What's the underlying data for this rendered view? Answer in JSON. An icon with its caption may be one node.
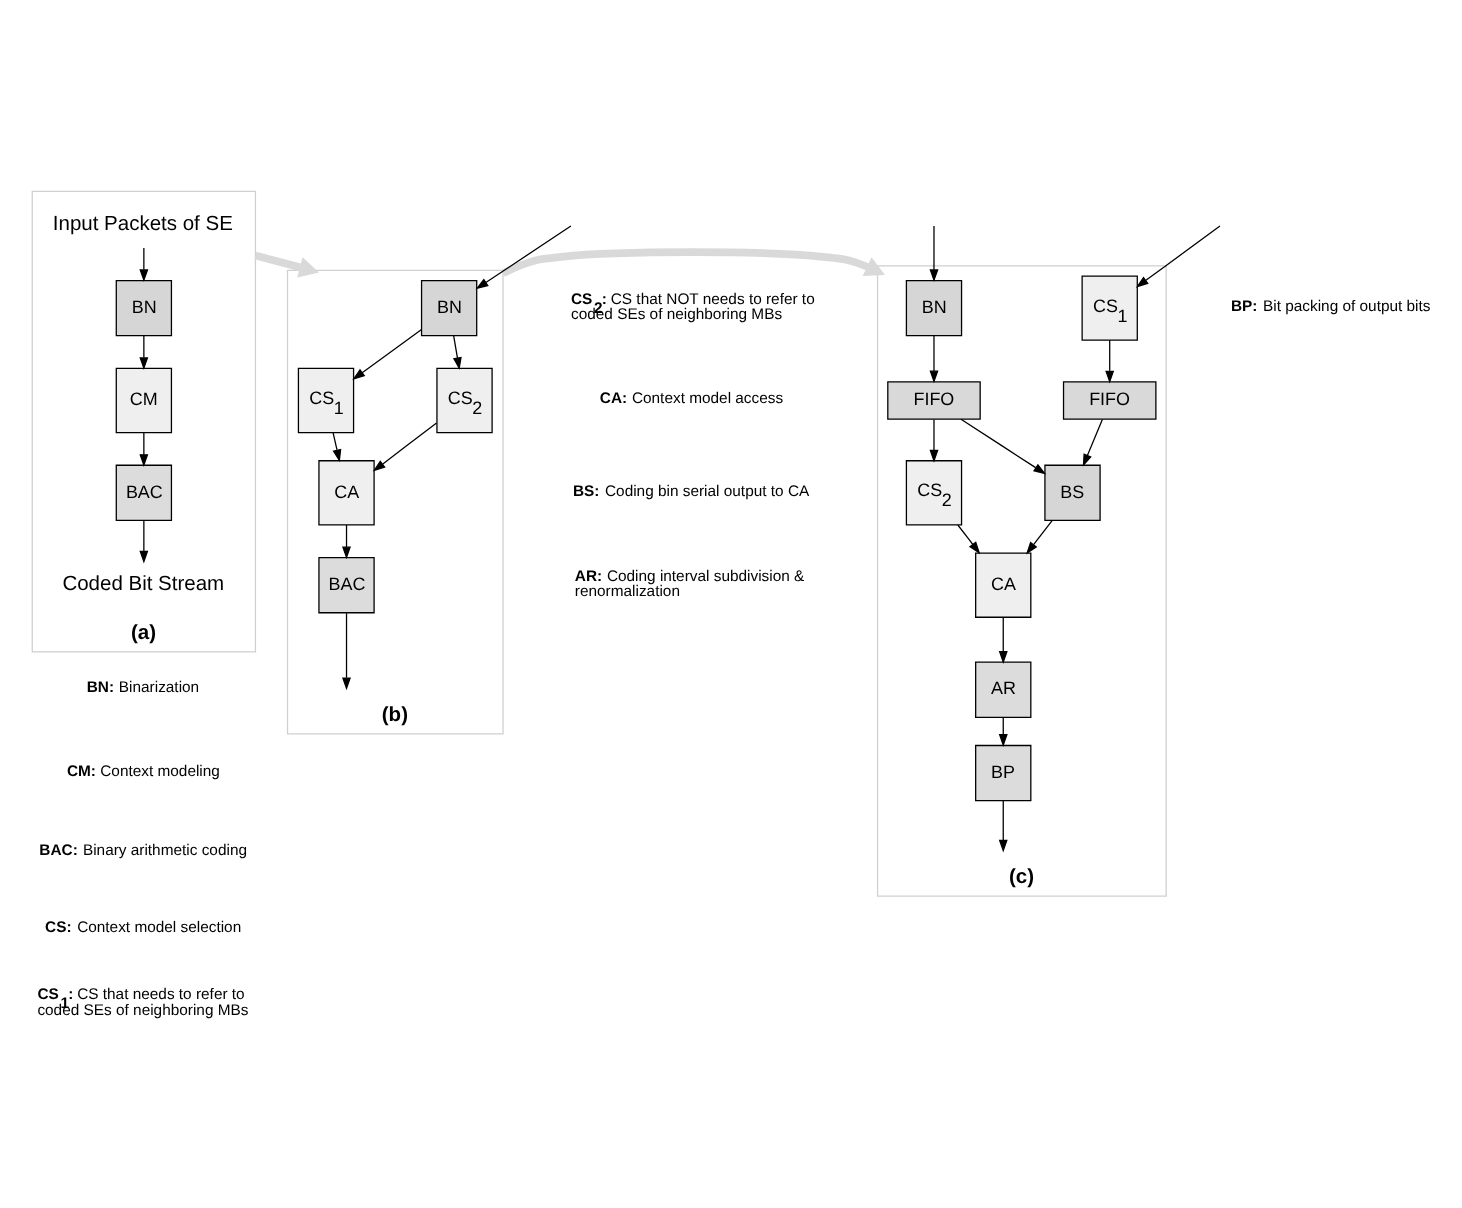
{
  "diagram": {
    "nodes": [
      {
        "text": [
          "(a)"
        ]
      },
      {
        "text": [
          "Input Packets of SE"
        ],
        "in": 0
      },
      {
        "text": [
          "BN"
        ],
        "in": 0
      },
      {
        "text": [
          "CM"
        ],
        "in": 0
      },
      {
        "text": [
          "BAC"
        ],
        "in": 0
      },
      {
        "text": [
          "Coded Bit Stream"
        ],
        "in": 0
      },
      {
        "text": [
          "(b)"
        ]
      },
      {
        "text": [
          "BN"
        ],
        "in": 6
      },
      {
        "text": [
          "CS$_{1}$"
        ],
        "in": 6
      },
      {
        "text": [
          "CS$_{2}$"
        ],
        "in": 6
      },
      {
        "text": [
          "CA"
        ],
        "in": 6
      },
      {
        "text": [
          "BAC"
        ],
        "in": 6
      },
      {
        "text": [
          "(c)"
        ]
      },
      {
        "text": [
          "BN"
        ],
        "in": 12
      },
      {
        "text": [
          "CS$_{1}$"
        ],
        "in": 12
      },
      {
        "text": [
          "FIFO"
        ],
        "in": 12
      },
      {
        "text": [
          "FIFO"
        ],
        "in": 12
      },
      {
        "text": [
          "CS$_{2}$"
        ],
        "in": 12
      },
      {
        "text": [
          "BS"
        ],
        "in": 12
      },
      {
        "text": [
          "CA"
        ],
        "in": 12
      },
      {
        "text": [
          "AR"
        ],
        "in": 12
      },
      {
        "text": [
          "BP"
        ],
        "in": 12
      }
    ],
    "edges": [
      {
        "from": 1,
        "to": 2,
        "arrow": "to"
      },
      {
        "from": 2,
        "to": 3,
        "arrow": "to"
      },
      {
        "from": 3,
        "to": 4,
        "arrow": "to"
      },
      {
        "from": 4,
        "to": 5,
        "arrow": "to"
      },
      {
        "from": 0,
        "to": 6,
        "arrow": "to",
        "style": "thick",
        "color": "#d9d9d9"
      },
      {
        "from": null,
        "to": 7,
        "arrow": "to"
      },
      {
        "from": 7,
        "to": 8,
        "arrow": "to"
      },
      {
        "from": 7,
        "to": 9,
        "arrow": "to"
      },
      {
        "from": 8,
        "to": 10,
        "arrow": "to"
      },
      {
        "from": 9,
        "to": 10,
        "arrow": "to"
      },
      {
        "from": 10,
        "to": 11,
        "arrow": "to"
      },
      {
        "from": 11,
        "to": null,
        "arrow": "to"
      },
      {
        "from": 6,
        "to": 12,
        "arrow": "to",
        "style": "thick",
        "color": "#d9d9d9"
      },
      {
        "from": null,
        "to": 13,
        "arrow": "to"
      },
      {
        "from": null,
        "to": 14,
        "arrow": "to"
      },
      {
        "from": 13,
        "to": 15,
        "arrow": "to"
      },
      {
        "from": 14,
        "to": 16,
        "arrow": "to"
      },
      {
        "from": 15,
        "to": 17,
        "arrow": "to"
      },
      {
        "from": 15,
        "to": 18,
        "arrow": "to"
      },
      {
        "from": 16,
        "to": 18,
        "arrow": "to"
      },
      {
        "from": 17,
        "to": 19,
        "arrow": "to"
      },
      {
        "from": 18,
        "to": 19,
        "arrow": "to"
      },
      {
        "from": 19,
        "to": 20,
        "arrow": "to"
      },
      {
        "from": 20,
        "to": 21,
        "arrow": "to"
      },
      {
        "from": 21,
        "to": null,
        "arrow": "to"
      }
    ],
    "labels": [
      "**BN:** Binarization",
      "**CM:** Context modeling",
      "**BAC:** Binary arithmetic coding",
      "**CS:** Context model selection",
      "**CS$_{1}$:** CS that needs to refer to coded SEs of neighboring MBs",
      "**CS$_{2}$:** CS that NOT needs to refer to coded SEs of neighboring MBs",
      "**CA:** Context model access",
      "**BS:** Coding bin serial output to CA",
      "**AR:** Coding interval subdivision & renormalization",
      "**BP:** Bit packing of output bits"
    ]
  }
}
